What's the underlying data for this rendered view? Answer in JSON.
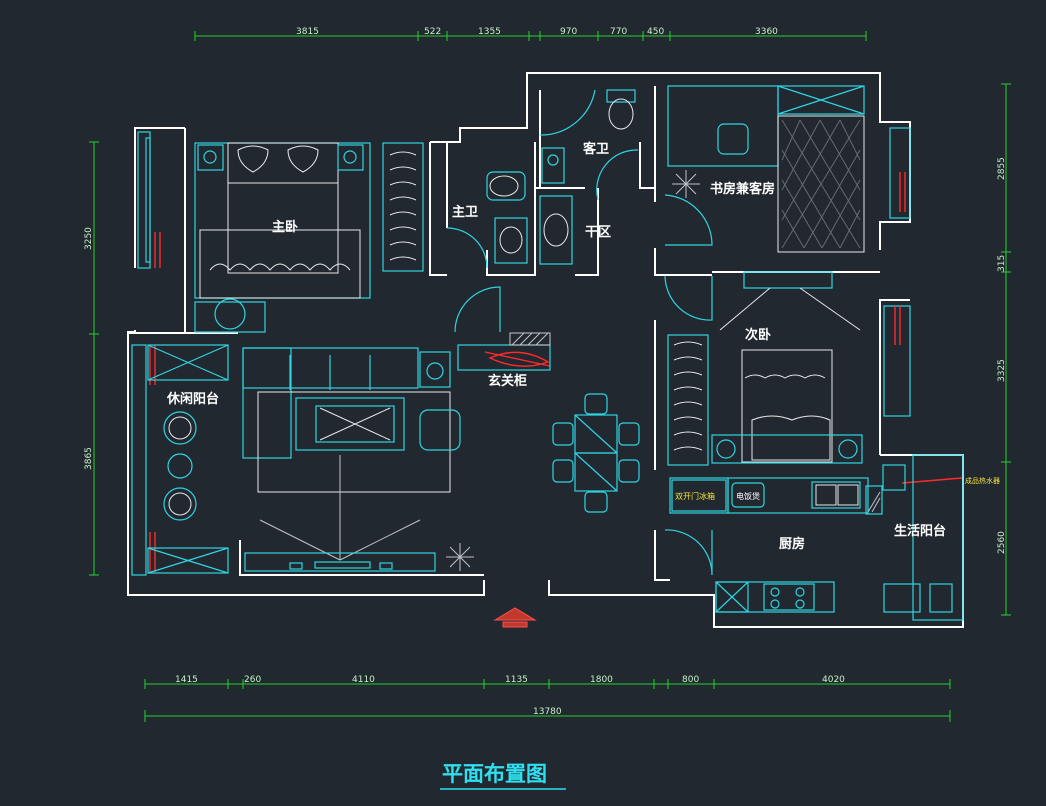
{
  "title": "平面布置图",
  "rooms": {
    "master_bedroom": "主卧",
    "master_bath": "主卫",
    "guest_bath": "客卫",
    "dry_area": "干区",
    "study_guest": "书房兼客房",
    "second_bedroom": "次卧",
    "leisure_balcony": "休闲阳台",
    "entry_cabinet": "玄关柜",
    "kitchen": "厨房",
    "utility_balcony": "生活阳台"
  },
  "labels": {
    "fridge": "双开门冰箱",
    "rice_cooker": "电饭煲",
    "water_heater": "成品热水器"
  },
  "dimensions": {
    "top": [
      "3815",
      "522",
      "1355",
      "970",
      "770",
      "450",
      "3360"
    ],
    "bottom": [
      "1415",
      "260",
      "4110",
      "1135",
      "1800",
      "800",
      "4020"
    ],
    "bottom_total": "13780",
    "left": [
      "3250",
      "3865"
    ],
    "right": [
      "2855",
      "315",
      "3325",
      "2560"
    ]
  },
  "colors": {
    "background": "#212830",
    "wall": "#ffffff",
    "furniture": "#2fd4e0",
    "dimension": "#22d22a",
    "accent": "#ff2a2a",
    "title": "#2fe0f0"
  }
}
